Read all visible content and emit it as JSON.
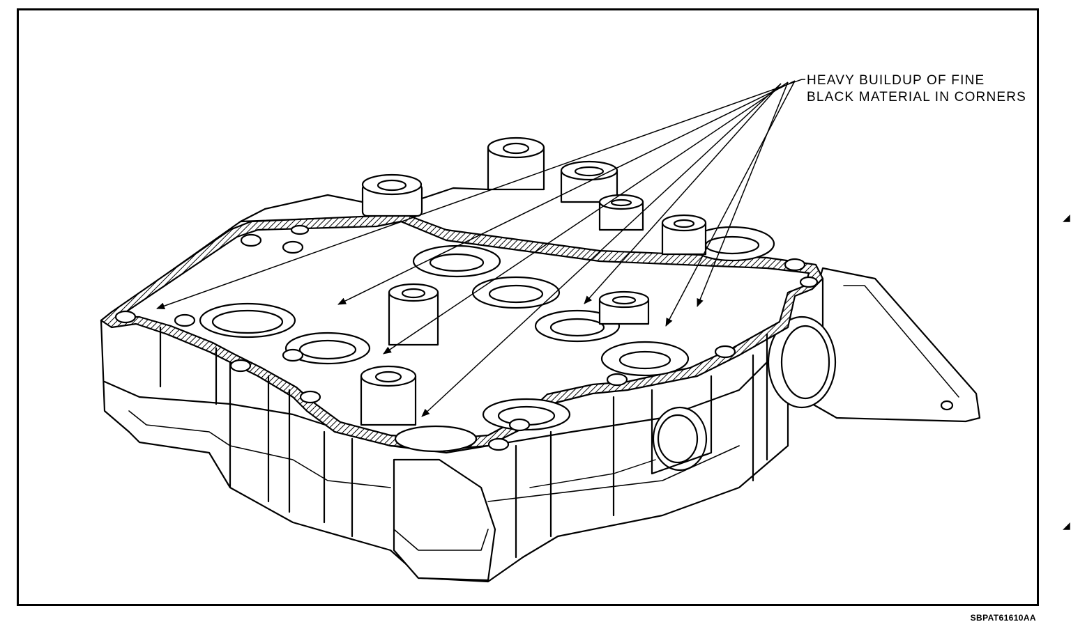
{
  "callout": {
    "line1": "HEAVY BUILDUP OF FINE",
    "line2": "BLACK MATERIAL IN CORNERS"
  },
  "figure_id": "SBPAT61610AA"
}
